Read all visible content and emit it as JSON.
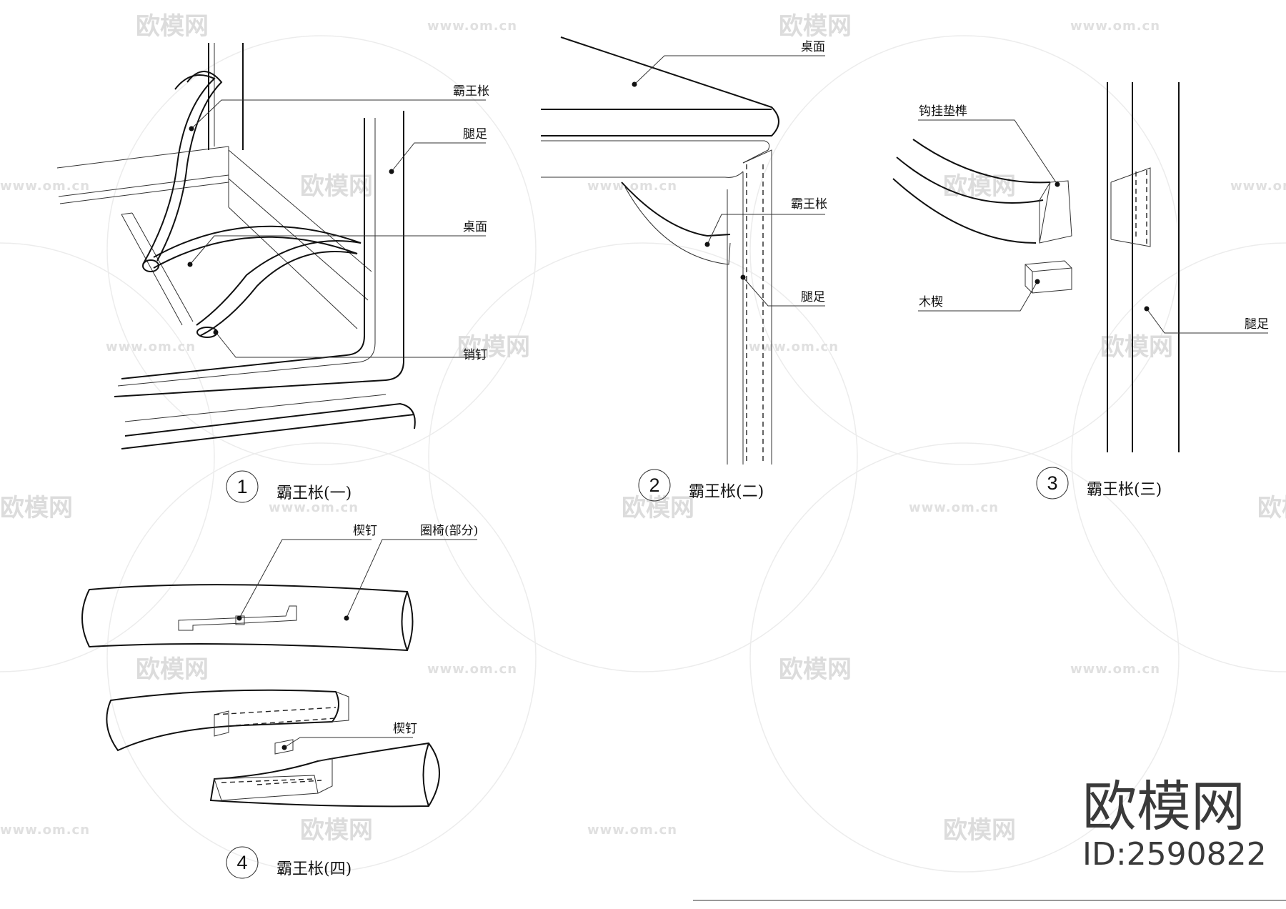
{
  "watermark": {
    "brand": "欧模网",
    "url": "www.om.cn"
  },
  "brand_mark": {
    "name": "欧模网",
    "id": "ID:2590822"
  },
  "diagram1": {
    "number": "1",
    "title": "霸王枨(一)",
    "labels": {
      "bawangcheng": "霸王枨",
      "tuizu": "腿足",
      "zhuomian": "桌面",
      "xiaoding": "销钉"
    }
  },
  "diagram2": {
    "number": "2",
    "title": "霸王枨(二)",
    "labels": {
      "zhuomian": "桌面",
      "bawangcheng": "霸王枨",
      "tuizu": "腿足"
    }
  },
  "diagram3": {
    "number": "3",
    "title": "霸王枨(三)",
    "labels": {
      "gougua": "钩挂垫榫",
      "muxie": "木楔",
      "tuizu": "腿足"
    }
  },
  "diagram4": {
    "number": "4",
    "title": "霸王枨(四)",
    "labels": {
      "xieding_top": "楔钉",
      "quanyi": "圈椅(部分)",
      "xieding_mid": "楔钉"
    }
  }
}
